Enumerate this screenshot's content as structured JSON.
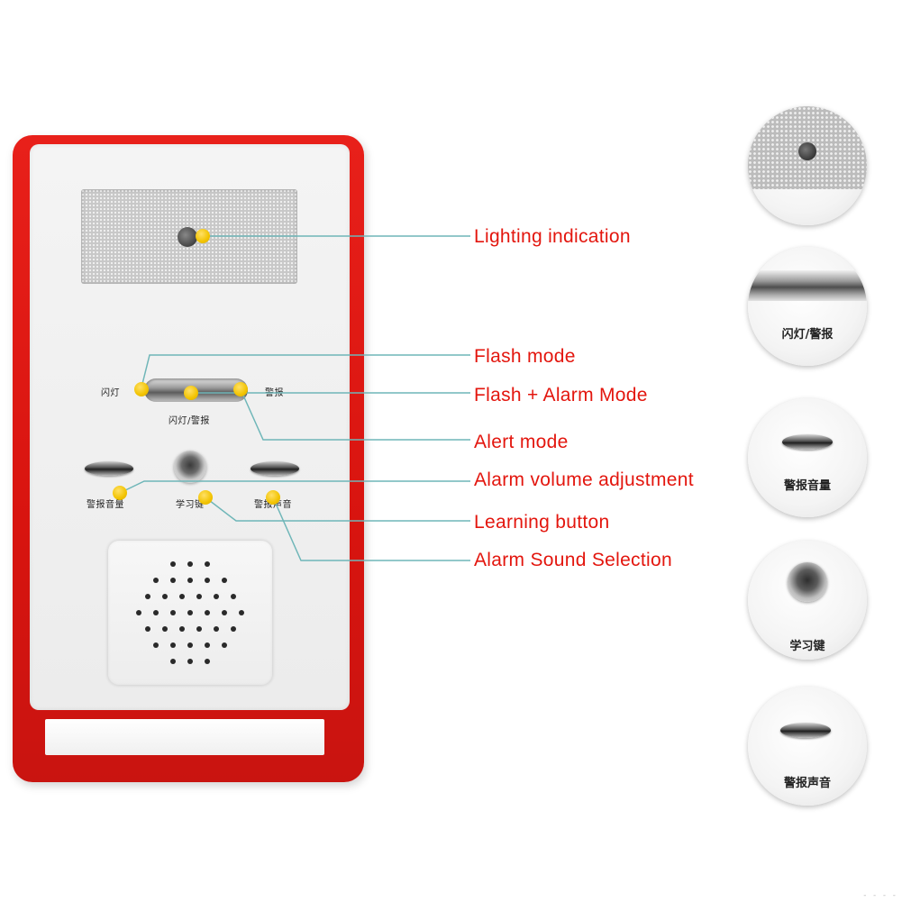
{
  "device": {
    "switch_left_label": "闪灯",
    "switch_right_label": "警报",
    "switch_bottom_label": "闪灯/警报",
    "volume_label": "警报音量",
    "learn_label": "学习键",
    "sound_label": "警报声音"
  },
  "callouts": {
    "lighting": "Lighting indication",
    "flash": "Flash mode",
    "flash_alarm": "Flash + Alarm Mode",
    "alert": "Alert mode",
    "volume": "Alarm volume adjustment",
    "learning": "Learning button",
    "sound_selection": "Alarm Sound Selection"
  },
  "details": {
    "switch_label": "闪灯/警报",
    "volume_label": "警报音量",
    "learn_label": "学习键",
    "sound_label": "警报声音"
  },
  "colors": {
    "callout_text": "#e3160e",
    "leader_line": "#6fb6b8",
    "marker": "#f2c300",
    "device_body": "#d8140f"
  }
}
